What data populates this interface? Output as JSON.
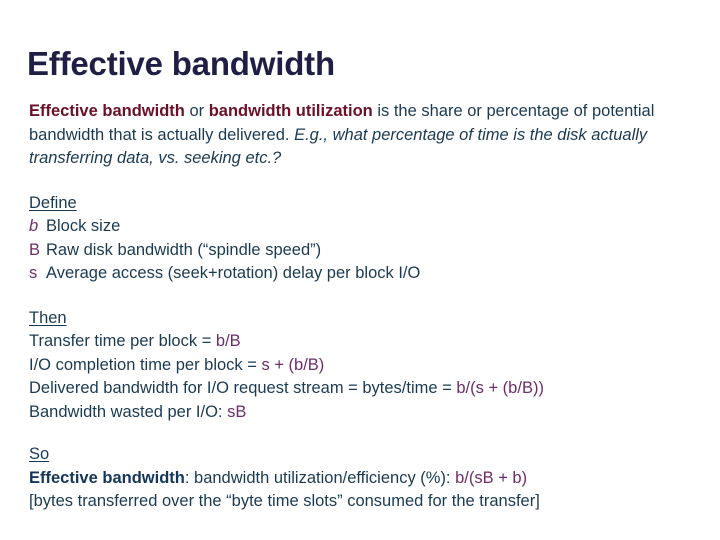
{
  "slide": {
    "title": "Effective bandwidth",
    "intro": {
      "seg1_bold_red": "Effective bandwidth",
      "seg2_plain": " or ",
      "seg3_bold_red": "bandwidth utilization",
      "seg4_plain": " is the share or percentage of potential bandwidth that is actually delivered.  ",
      "seg5_italic": "E.g., what percentage of time is the disk actually transferring data, vs. seeking etc.?"
    },
    "define": {
      "heading": "Define",
      "items": [
        {
          "symbol": "b",
          "symbol_style": "italic",
          "text": "Block size"
        },
        {
          "symbol": "B",
          "symbol_style": "upright",
          "text": "Raw disk bandwidth (“spindle speed”)"
        },
        {
          "symbol": "s",
          "symbol_style": "upright",
          "text": "Average access (seek+rotation) delay per block I/O"
        }
      ]
    },
    "then": {
      "heading": "Then",
      "lines": [
        {
          "label": "Transfer time per block = ",
          "formula": "b/B"
        },
        {
          "label": "I/O completion time per block = ",
          "formula": "s + (b/B)"
        },
        {
          "label": "Delivered bandwidth for I/O request stream = bytes/time = ",
          "formula": "b/(s + (b/B))"
        },
        {
          "label": "Bandwidth wasted per I/O: ",
          "formula": "sB"
        }
      ]
    },
    "so": {
      "heading": "So",
      "line1_bold": "Effective bandwidth",
      "line1_mid": ": bandwidth utilization/efficiency (%): ",
      "line1_formula": "b/(sB + b)",
      "line2": "[bytes transferred over the “byte time slots” consumed for the transfer]"
    },
    "colors": {
      "title": "#1f1f45",
      "body": "#1a3a52",
      "emphasis_red": "#6b1028",
      "emphasis_blue_bold": "#14365a",
      "variable_purple": "#6e2d6a",
      "background": "#ffffff"
    }
  }
}
